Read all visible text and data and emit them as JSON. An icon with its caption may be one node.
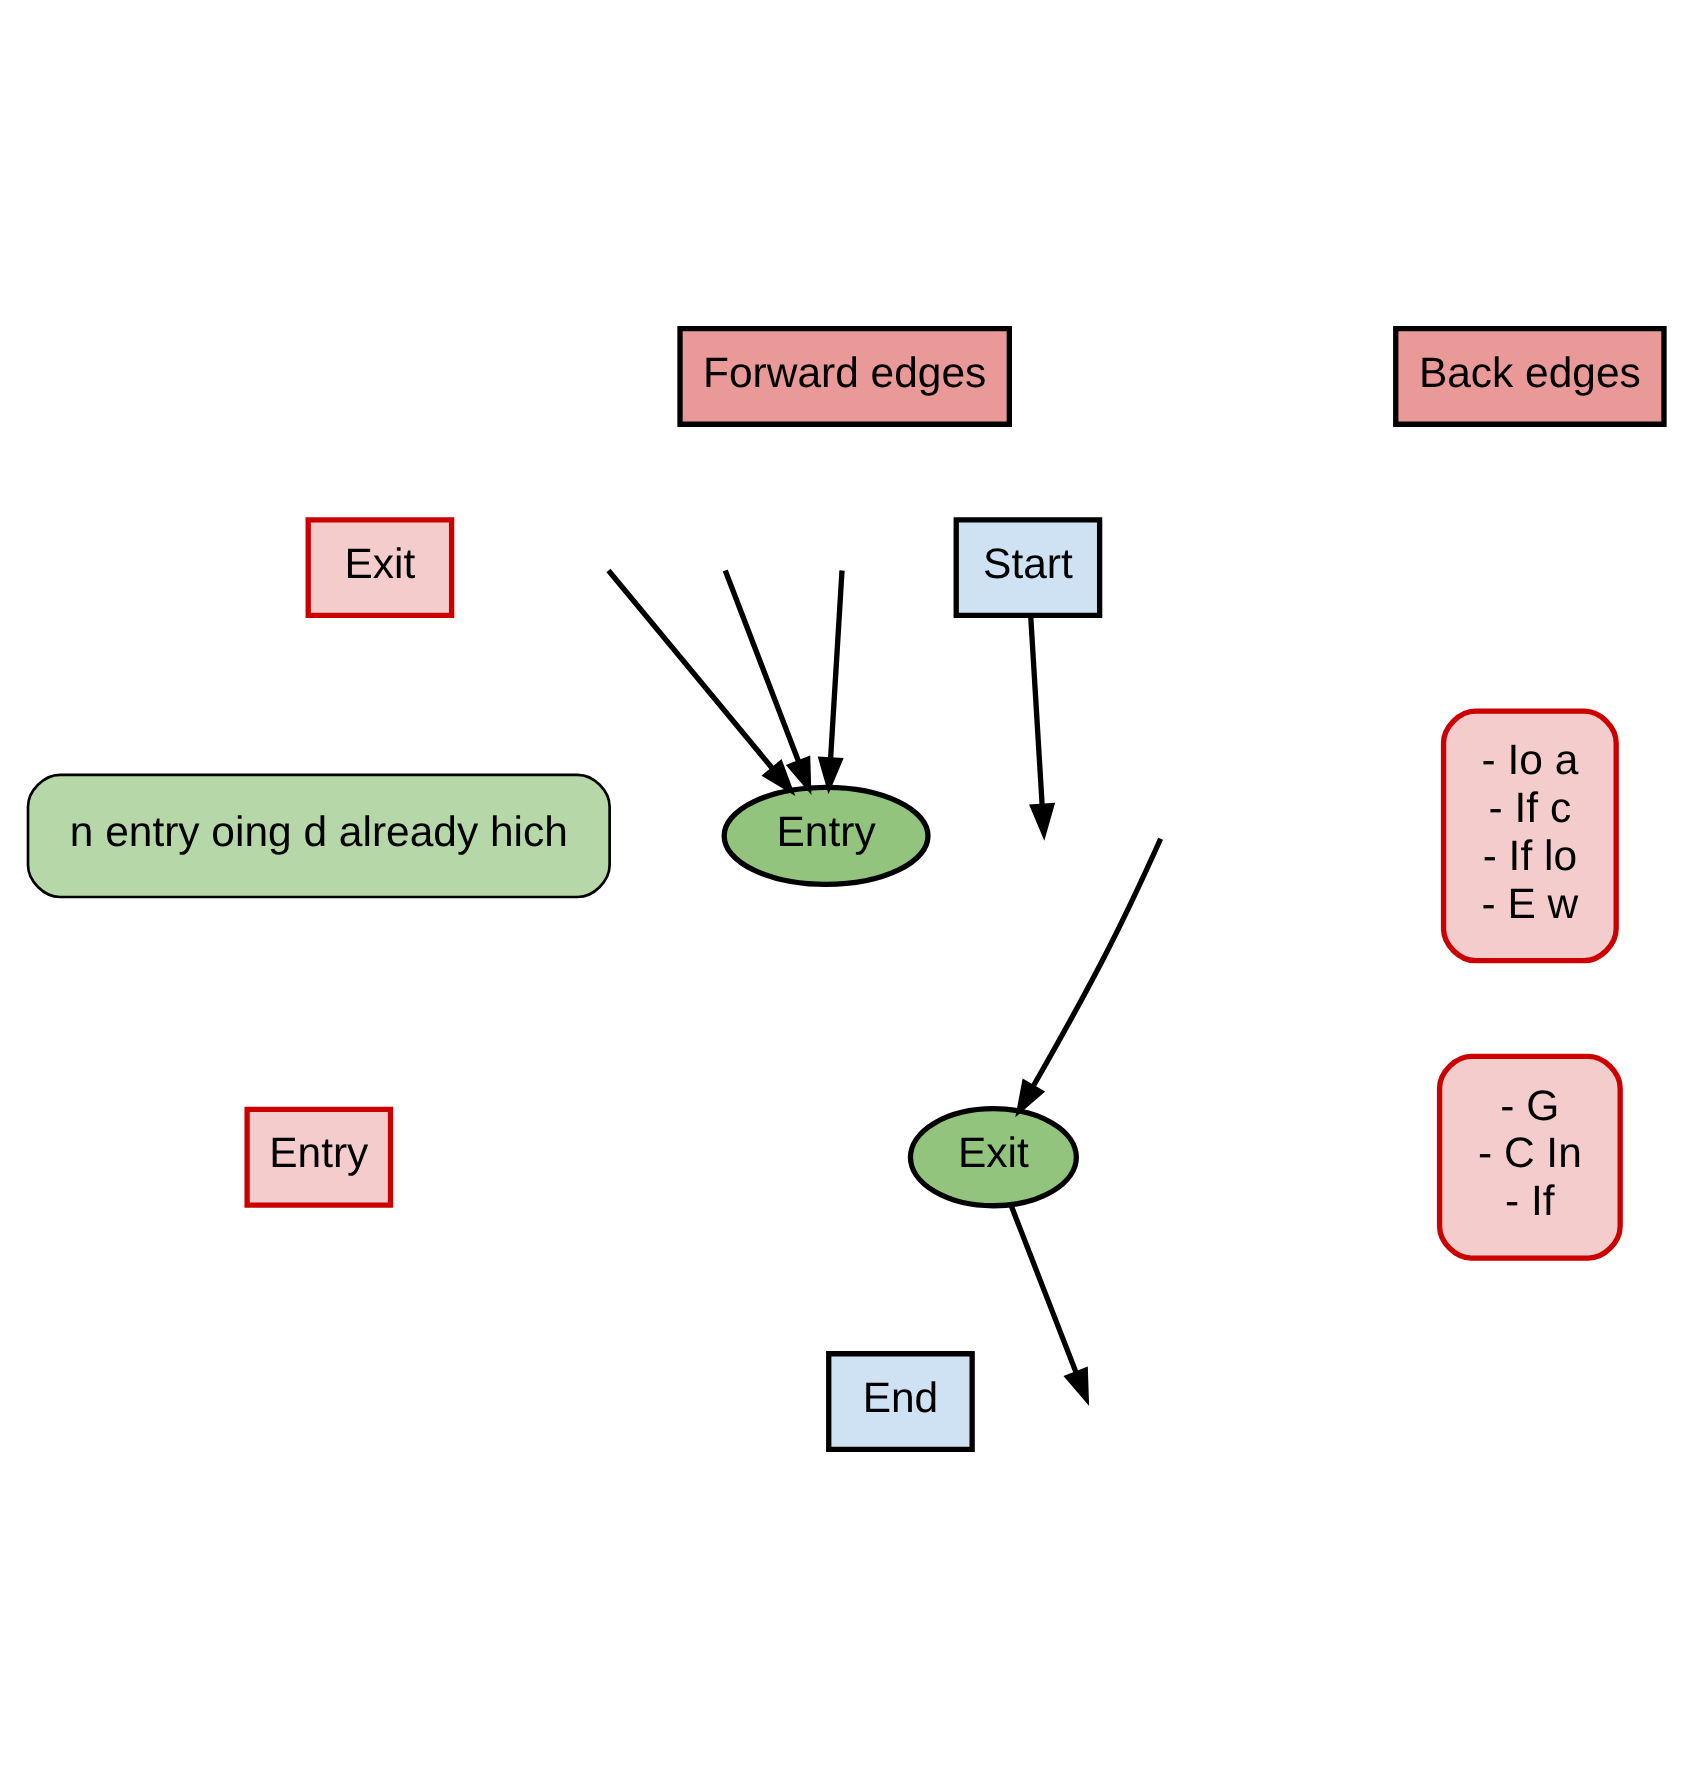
{
  "diagram": {
    "nodes": [
      {
        "text": [
          "Forward edges"
        ]
      },
      {
        "text": [
          "Back edges"
        ]
      },
      {
        "text": [
          "Exit"
        ]
      },
      {
        "text": [
          "Start"
        ]
      },
      {
        "text": [
          "n entry oing d already hich"
        ]
      },
      {
        "text": [
          "- Io a",
          "- If c",
          "- If lo",
          "- E w"
        ]
      },
      {
        "text": [
          "Entry"
        ]
      },
      {
        "text": [
          "Entry"
        ]
      },
      {
        "text": [
          "Exit"
        ]
      },
      {
        "text": [
          "- G",
          "- C In",
          "- If"
        ]
      },
      {
        "text": [
          "End"
        ]
      }
    ],
    "edges": [
      {
        "from": 3,
        "to": null,
        "arrow": "to"
      },
      {
        "from": null,
        "to": 6,
        "arrow": "to"
      },
      {
        "from": null,
        "to": 6,
        "arrow": "to"
      },
      {
        "from": null,
        "to": 8,
        "arrow": "to"
      },
      {
        "from": null,
        "to": 6,
        "arrow": "to"
      },
      {
        "from": 8,
        "to": null,
        "arrow": "to"
      }
    ]
  }
}
